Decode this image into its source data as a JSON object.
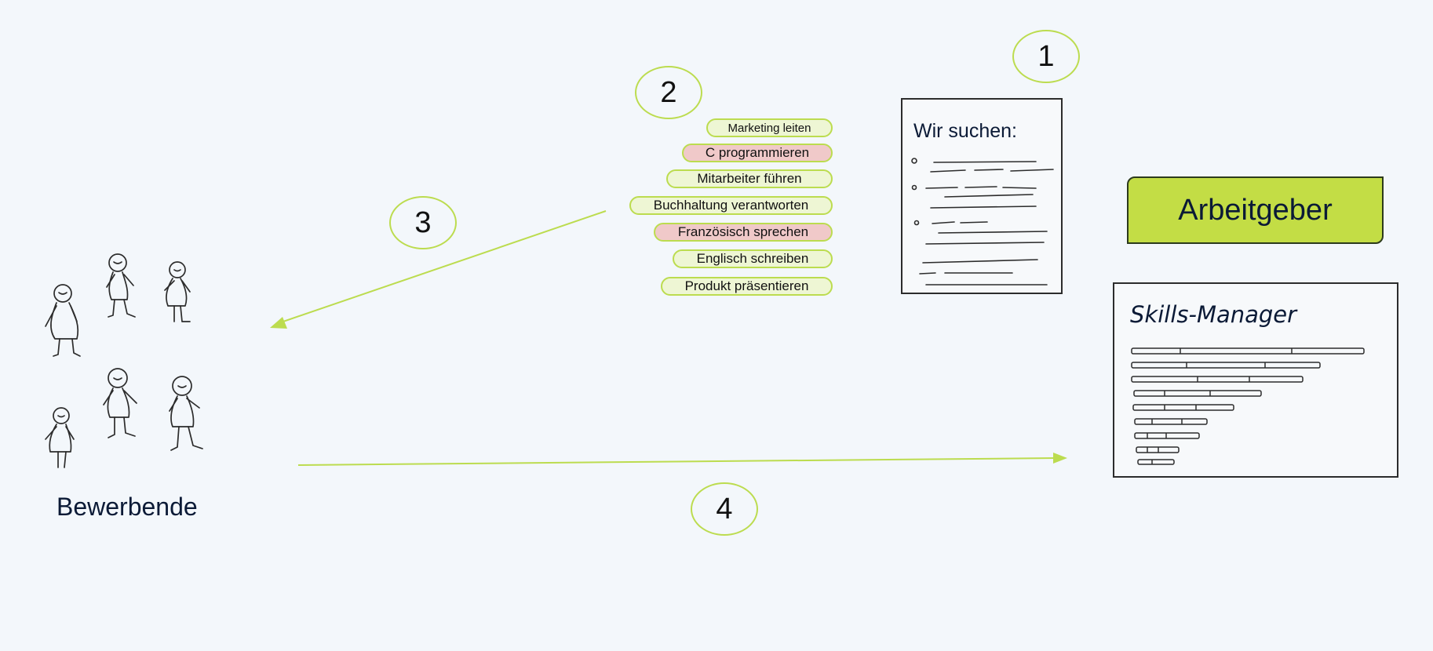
{
  "steps": {
    "s1": "1",
    "s2": "2",
    "s3": "3",
    "s4": "4"
  },
  "skills": [
    {
      "label": "Marketing leiten",
      "state": "match"
    },
    {
      "label": "C programmieren",
      "state": "missing"
    },
    {
      "label": "Mitarbeiter führen",
      "state": "match"
    },
    {
      "label": "Buchhaltung verantworten",
      "state": "match"
    },
    {
      "label": "Französisch sprechen",
      "state": "missing"
    },
    {
      "label": "Englisch schreiben",
      "state": "match"
    },
    {
      "label": "Produkt präsentieren",
      "state": "match"
    }
  ],
  "job_ad": {
    "heading": "Wir suchen:"
  },
  "employer": {
    "label": "Arbeitgeber"
  },
  "manager": {
    "title": "Skills-Manager"
  },
  "applicants": {
    "label": "Bewerbende"
  },
  "colors": {
    "accent": "#c3dd45",
    "accent_line": "#bcdc4f",
    "missing": "#f0c9c9",
    "match": "#eef6d4",
    "background": "#f3f7fb"
  },
  "icons": [
    "stick-figure-icon",
    "arrow-icon",
    "document-icon"
  ]
}
